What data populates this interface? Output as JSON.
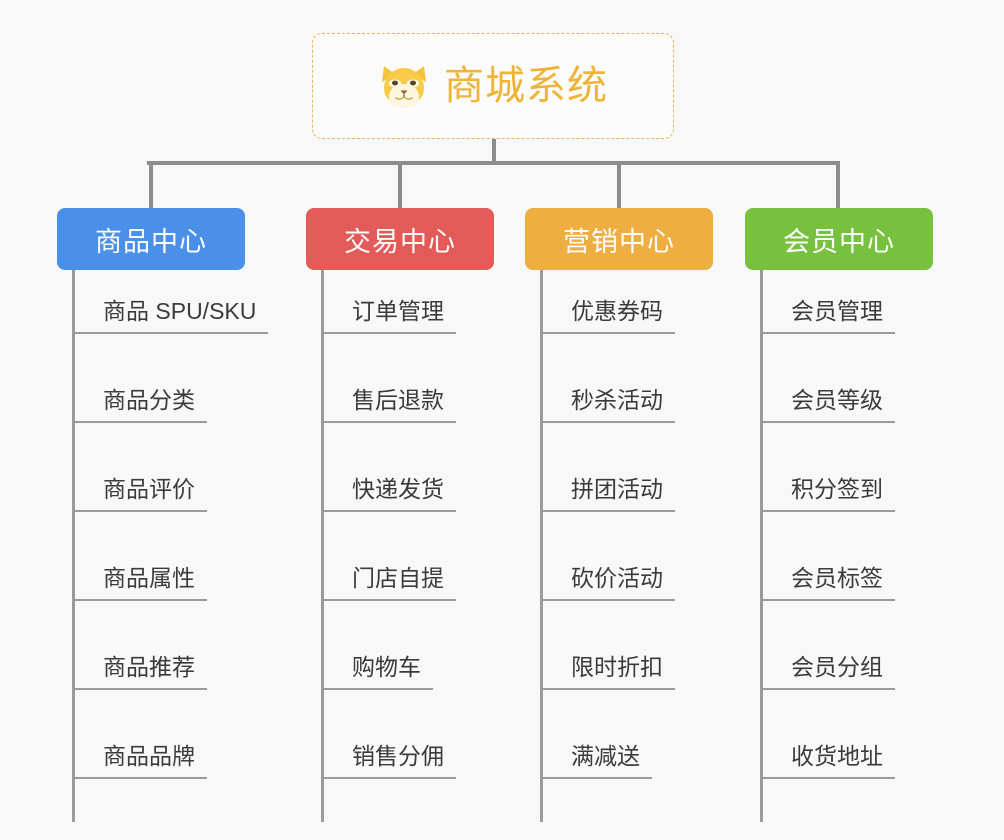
{
  "root": {
    "title": "商城系统",
    "icon": "shiba-dog-icon",
    "border_color": "#e8b45c",
    "text_color": "#efb437"
  },
  "canvas": {
    "background": "#f8f8f8",
    "connector_color": "#8d8d8d",
    "leaf_line_color": "#9a9a9a",
    "leaf_text_color": "#3b3b3b"
  },
  "branches": [
    {
      "label": "商品中心",
      "color": "#4a8fe8",
      "items": [
        "商品 SPU/SKU",
        "商品分类",
        "商品评价",
        "商品属性",
        "商品推荐",
        "商品品牌"
      ]
    },
    {
      "label": "交易中心",
      "color": "#e35b59",
      "items": [
        "订单管理",
        "售后退款",
        "快递发货",
        "门店自提",
        "购物车",
        "销售分佣"
      ]
    },
    {
      "label": "营销中心",
      "color": "#eeae41",
      "items": [
        "优惠券码",
        "秒杀活动",
        "拼团活动",
        "砍价活动",
        "限时折扣",
        "满减送"
      ]
    },
    {
      "label": "会员中心",
      "color": "#77c13f",
      "items": [
        "会员管理",
        "会员等级",
        "积分签到",
        "会员标签",
        "会员分组",
        "收货地址"
      ]
    }
  ],
  "layout": {
    "branch_left_positions": [
      57,
      306,
      525,
      745
    ],
    "leaf_row_step": 89,
    "leaf_first_row": 62
  }
}
